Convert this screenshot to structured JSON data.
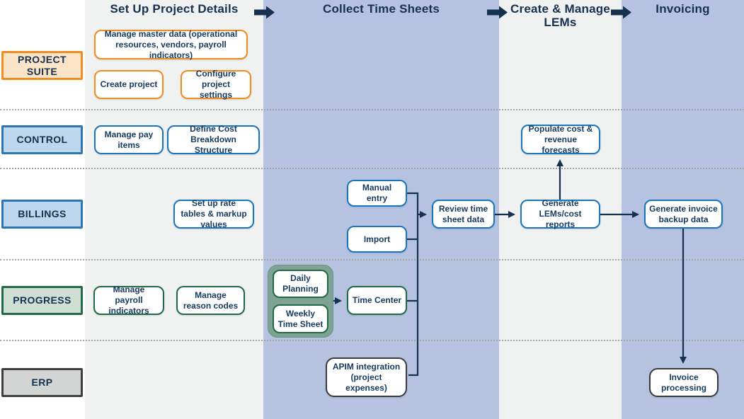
{
  "header": {
    "phases": [
      {
        "label": "Set Up Project Details"
      },
      {
        "label": "Collect Time Sheets"
      },
      {
        "label": "Create & Manage LEMs"
      },
      {
        "label": "Invoicing"
      }
    ]
  },
  "lanes": [
    {
      "label": "PROJECT SUITE"
    },
    {
      "label": "CONTROL"
    },
    {
      "label": "BILLINGS"
    },
    {
      "label": "PROGRESS"
    },
    {
      "label": "ERP"
    }
  ],
  "boxes": {
    "manage_master_data": {
      "label": "Manage master data (operational resources, vendors, payroll indicators)"
    },
    "create_project": {
      "label": "Create project"
    },
    "configure_settings": {
      "label": "Configure project settings"
    },
    "manage_pay_items": {
      "label": "Manage pay items"
    },
    "define_cbs": {
      "label": "Define Cost Breakdown Structure"
    },
    "populate_forecasts": {
      "label": "Populate cost & revenue forecasts"
    },
    "setup_rate_tables": {
      "label": "Set up rate tables & markup values"
    },
    "manual_entry": {
      "label": "Manual entry"
    },
    "import": {
      "label": "Import"
    },
    "review_timesheet": {
      "label": "Review time sheet data"
    },
    "generate_lems": {
      "label": "Generate LEMs/cost reports"
    },
    "generate_invoice_backup": {
      "label": "Generate invoice backup data"
    },
    "manage_payroll_indicators": {
      "label": "Manage payroll indicators"
    },
    "manage_reason_codes": {
      "label": "Manage reason codes"
    },
    "daily_planning": {
      "label": "Daily Planning"
    },
    "weekly_timesheet": {
      "label": "Weekly Time Sheet"
    },
    "time_center": {
      "label": "Time Center"
    },
    "apim_integration": {
      "label": "APIM integration (project expenses)"
    },
    "invoice_processing": {
      "label": "Invoice processing"
    }
  },
  "icons": {
    "flow_arrow": "right-block-arrow"
  },
  "colors": {
    "navy_text": "#16304F",
    "column_blue": "#B5C3E0",
    "column_gray": "#F0F1F1",
    "accent_orange": "#F28C1E",
    "orange_fill": "#FBE4C7",
    "accent_blue": "#1B75BC",
    "blue_fill": "#BDD7EE",
    "accent_green": "#1E6B45",
    "green_fill": "#CFDFD3",
    "green_container": "#7EA294",
    "accent_dark": "#3B3B3B",
    "gray_fill": "#D3D5D5"
  }
}
